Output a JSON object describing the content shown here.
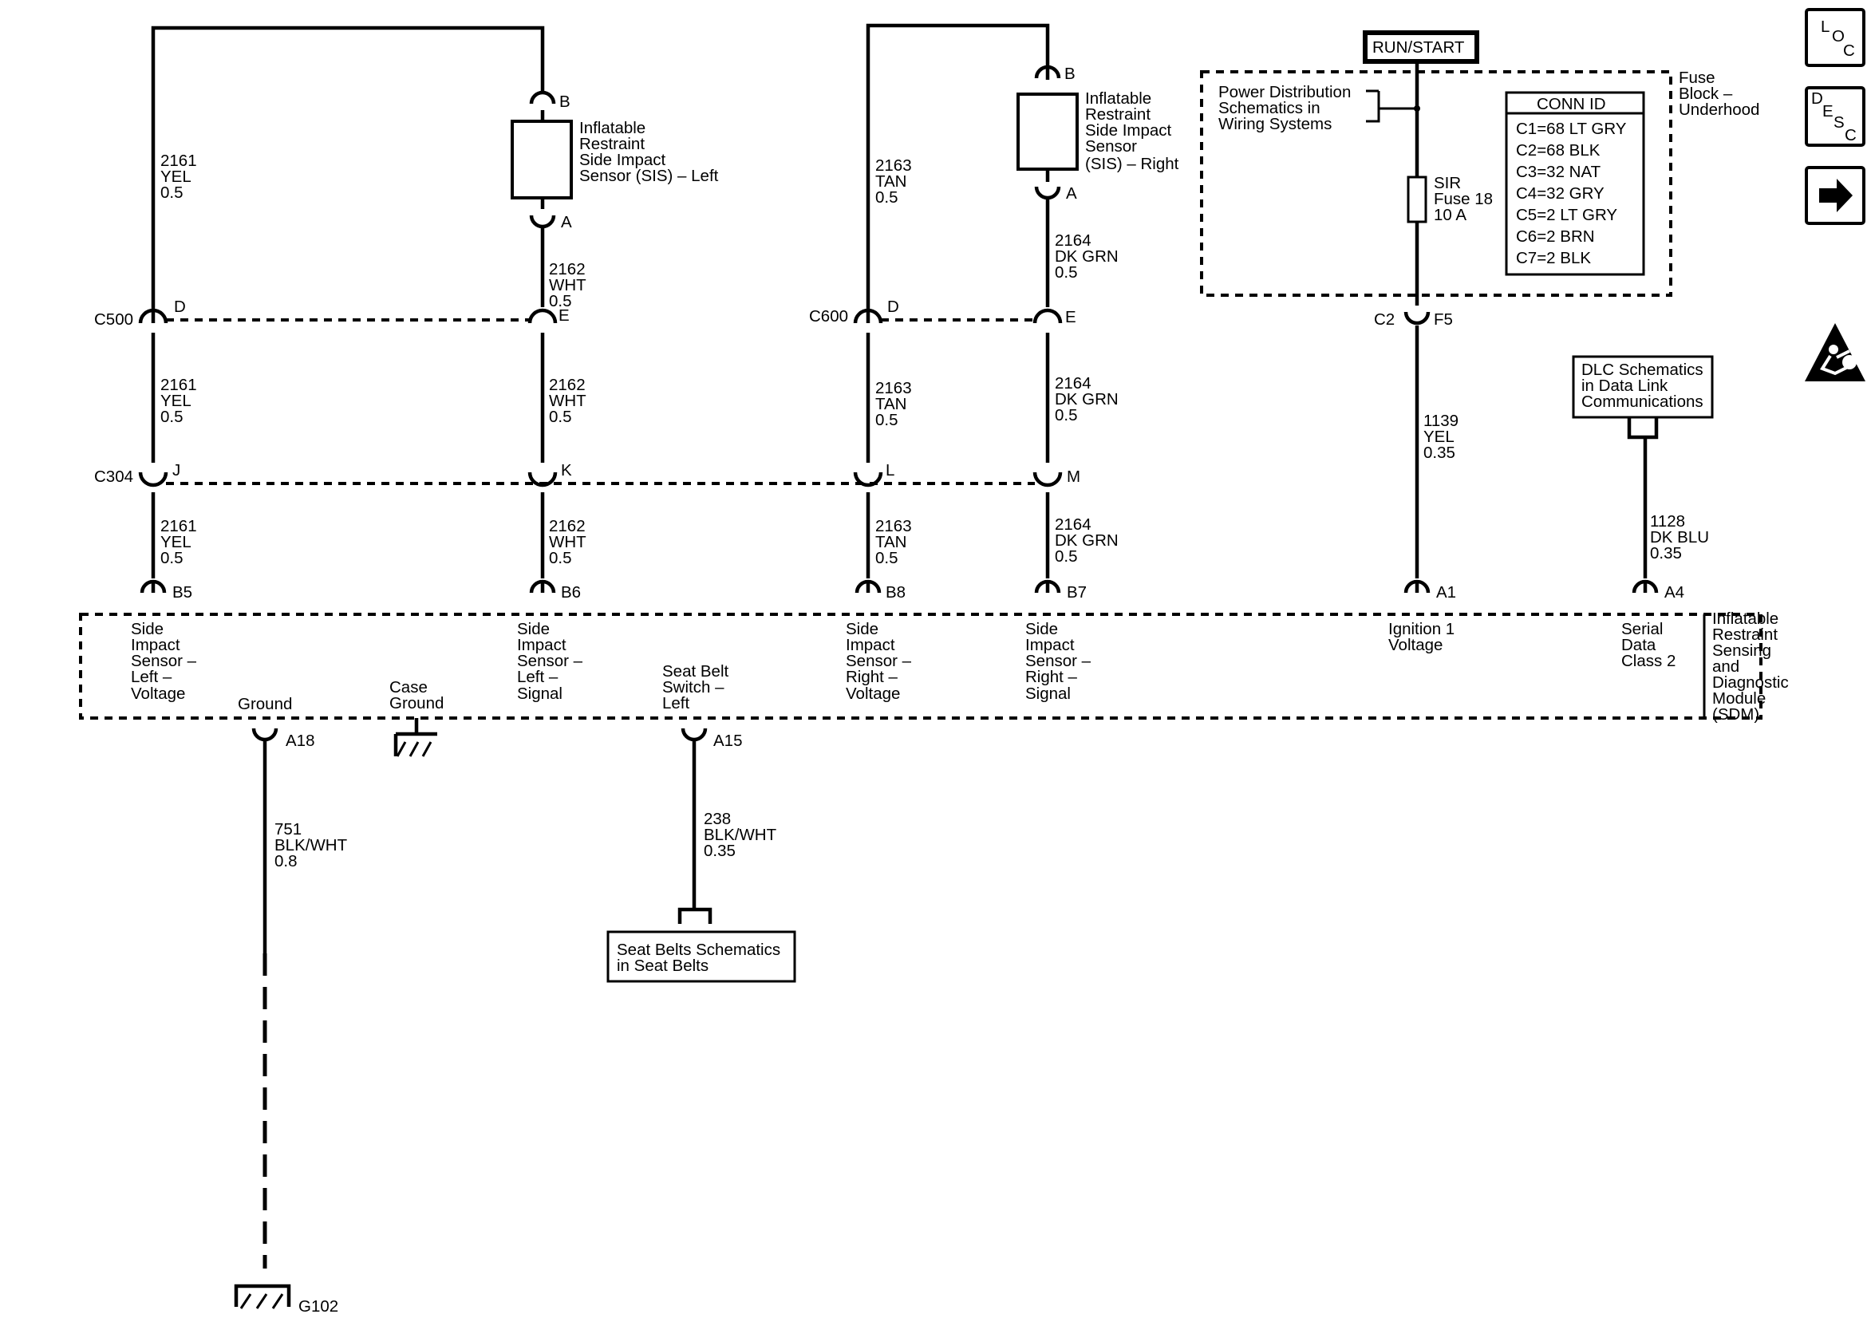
{
  "connectors": {
    "c500": "C500",
    "c600": "C600",
    "c304": "C304",
    "c2": "C2"
  },
  "pins": {
    "sis_left_b": "B",
    "sis_left_a": "A",
    "sis_right_b": "B",
    "sis_right_a": "A",
    "c500_d": "D",
    "c500_e": "E",
    "c600_d": "D",
    "c600_e": "E",
    "c304_j": "J",
    "c304_k": "K",
    "c304_l": "L",
    "c304_m": "M",
    "b5": "B5",
    "b6": "B6",
    "b8": "B8",
    "b7": "B7",
    "a1": "A1",
    "a4": "A4",
    "a18": "A18",
    "a15": "A15",
    "f5": "F5"
  },
  "wires": {
    "w2161_top": [
      "2161",
      "YEL",
      "0.5"
    ],
    "w2161_mid": [
      "2161",
      "YEL",
      "0.5"
    ],
    "w2161_bot": [
      "2161",
      "YEL",
      "0.5"
    ],
    "w2162_top": [
      "2162",
      "WHT",
      "0.5"
    ],
    "w2162_mid": [
      "2162",
      "WHT",
      "0.5"
    ],
    "w2162_bot": [
      "2162",
      "WHT",
      "0.5"
    ],
    "w2163_top": [
      "2163",
      "TAN",
      "0.5"
    ],
    "w2163_mid": [
      "2163",
      "TAN",
      "0.5"
    ],
    "w2163_bot": [
      "2163",
      "TAN",
      "0.5"
    ],
    "w2164_top": [
      "2164",
      "DK GRN",
      "0.5"
    ],
    "w2164_mid": [
      "2164",
      "DK GRN",
      "0.5"
    ],
    "w2164_bot": [
      "2164",
      "DK GRN",
      "0.5"
    ],
    "w1139": [
      "1139",
      "YEL",
      "0.35"
    ],
    "w1128": [
      "1128",
      "DK BLU",
      "0.35"
    ],
    "w751": [
      "751",
      "BLK/WHT",
      "0.8"
    ],
    "w238": [
      "238",
      "BLK/WHT",
      "0.35"
    ]
  },
  "components": {
    "sis_left": [
      "Inflatable",
      "Restraint",
      "Side Impact",
      "Sensor (SIS) – Left"
    ],
    "sis_right": [
      "Inflatable",
      "Restraint",
      "Side Impact",
      "Sensor",
      "(SIS) – Right"
    ],
    "run_start": "RUN/START",
    "power_dist": [
      "Power Distribution",
      "Schematics in",
      "Wiring Systems"
    ],
    "fuse_block": [
      "Fuse",
      "Block –",
      "Underhood"
    ],
    "sir_fuse": [
      "SIR",
      "Fuse 18",
      "10 A"
    ],
    "dlc_ref": [
      "DLC Schematics",
      "in Data Link",
      "Communications"
    ],
    "seatbelt_ref": [
      "Seat Belts Schematics",
      "in Seat Belts"
    ],
    "sdm": [
      "Inflatable",
      "Restraint",
      "Sensing",
      "and",
      "Diagnostic",
      "Module",
      "(SDM)"
    ],
    "ground_g102": "G102"
  },
  "conn_id": {
    "title": "CONN ID",
    "rows": [
      "C1=68 LT GRY",
      "C2=68 BLK",
      "C3=32 NAT",
      "C4=32 GRY",
      "C5=2 LT GRY",
      "C6=2 BRN",
      "C7=2 BLK"
    ]
  },
  "sdm_pins": {
    "b5": [
      "Side",
      "Impact",
      "Sensor –",
      "Left –",
      "Voltage"
    ],
    "b6": [
      "Side",
      "Impact",
      "Sensor –",
      "Left –",
      "Signal"
    ],
    "b8": [
      "Side",
      "Impact",
      "Sensor –",
      "Right –",
      "Voltage"
    ],
    "b7": [
      "Side",
      "Impact",
      "Sensor –",
      "Right –",
      "Signal"
    ],
    "a1": [
      "Ignition 1",
      "Voltage"
    ],
    "a4": [
      "Serial",
      "Data",
      "Class 2"
    ],
    "a18": [
      "Ground"
    ],
    "case": [
      "Case",
      "Ground"
    ],
    "a15": [
      "Seat Belt",
      "Switch –",
      "Left"
    ]
  },
  "nav": {
    "loc": [
      "L",
      "O",
      "C"
    ],
    "desc": [
      "D",
      "E",
      "S",
      "C"
    ],
    "next_icon": "arrow-right-icon",
    "warning_icon": "airbag-warning-icon"
  }
}
